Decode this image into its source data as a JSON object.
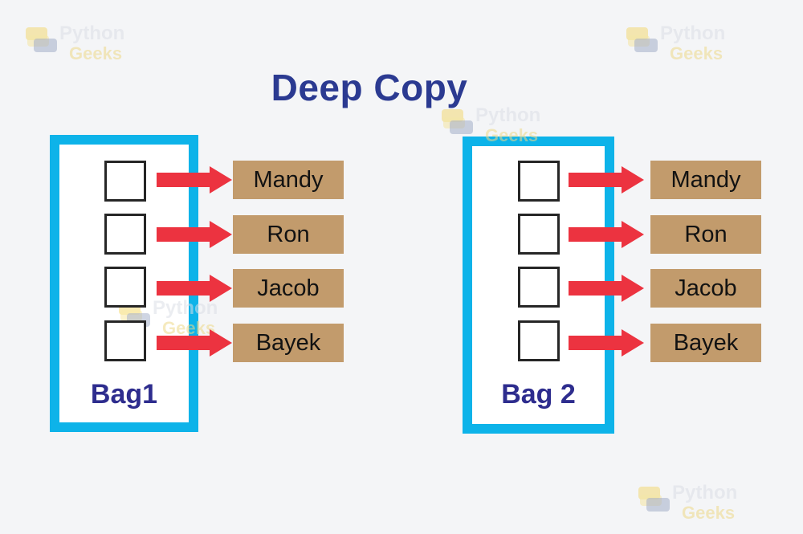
{
  "title": "Deep Copy",
  "colors": {
    "background": "#f4f5f7",
    "bag_border": "#0db3e9",
    "arrow": "#ec3340",
    "value_box": "#c29b6c",
    "title_text": "#2b3a91",
    "bag_label_text": "#2e2d8e",
    "slot_border": "#262626"
  },
  "bags": [
    {
      "label": "Bag1",
      "slot_count": 4,
      "items": [
        "Mandy",
        "Ron",
        "Jacob",
        "Bayek"
      ]
    },
    {
      "label": "Bag 2",
      "slot_count": 4,
      "items": [
        "Mandy",
        "Ron",
        "Jacob",
        "Bayek"
      ]
    }
  ],
  "watermark": {
    "line1": "Python",
    "line2": "Geeks"
  }
}
